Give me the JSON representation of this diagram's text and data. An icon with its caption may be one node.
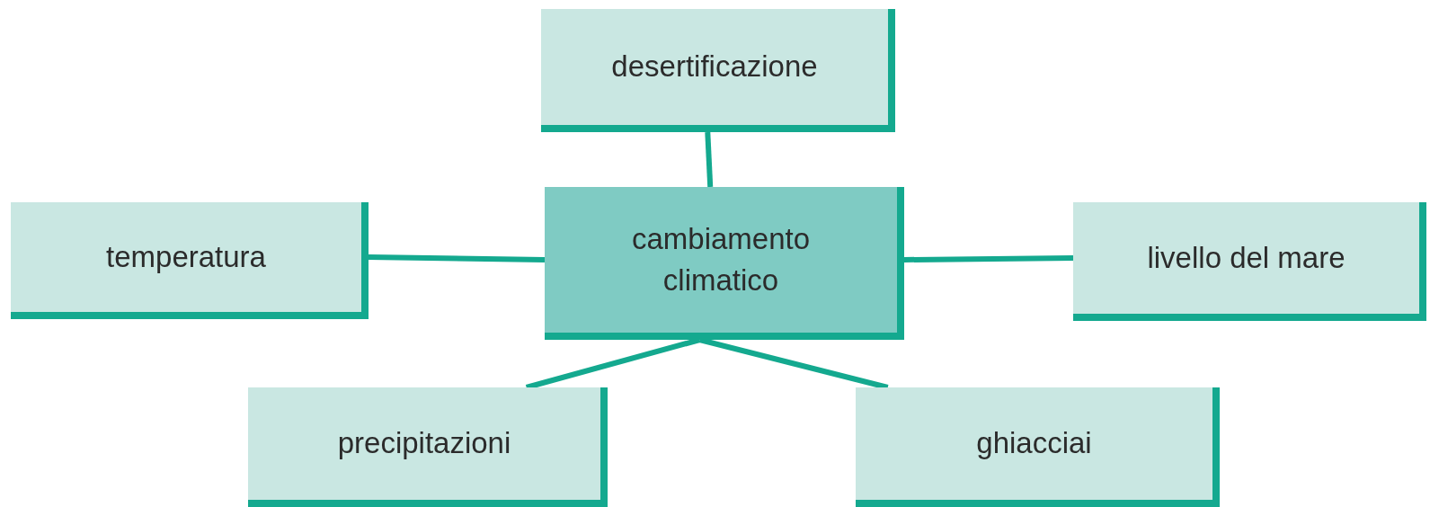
{
  "diagram": {
    "nodes": [
      {
        "text": [
          "desertificazione"
        ]
      },
      {
        "text": [
          "temperatura"
        ]
      },
      {
        "text": [
          "cambiamento climatico"
        ]
      },
      {
        "text": [
          "livello del mare"
        ]
      },
      {
        "text": [
          "precipitazioni"
        ]
      },
      {
        "text": [
          "ghiacciai"
        ]
      }
    ],
    "edges": [
      {
        "from": 2,
        "to": 0,
        "arrow": "none"
      },
      {
        "from": 2,
        "to": 1,
        "arrow": "none"
      },
      {
        "from": 2,
        "to": 3,
        "arrow": "none"
      },
      {
        "from": 2,
        "to": 4,
        "arrow": "none"
      },
      {
        "from": 2,
        "to": 5,
        "arrow": "none"
      }
    ]
  }
}
